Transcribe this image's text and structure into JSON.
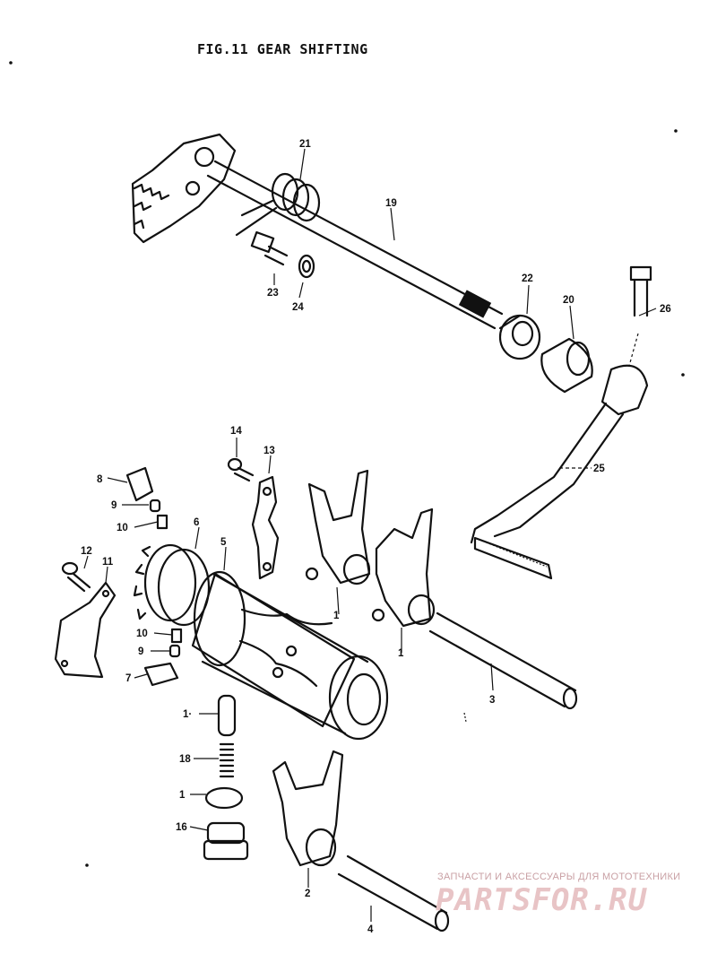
{
  "figure": {
    "title": "FIG.11  GEAR SHIFTING"
  },
  "callouts": {
    "c1a": "1",
    "c1b": "1",
    "c2": "2",
    "c3": "3",
    "c4": "4",
    "c5": "5",
    "c6": "6",
    "c7": "7",
    "c8": "8",
    "c9a": "9",
    "c9b": "9",
    "c10a": "10",
    "c10b": "10",
    "c11": "11",
    "c12": "12",
    "c13": "13",
    "c14": "14",
    "c15": "1·",
    "c16": "16",
    "c17": "1",
    "c18": "18",
    "c19": "19",
    "c20": "20",
    "c21": "21",
    "c22": "22",
    "c23": "23",
    "c24": "24",
    "c25": "25",
    "c26": "26"
  },
  "watermark": {
    "tagline": "ЗАПЧАСТИ И АКСЕССУАРЫ ДЛЯ МОТОТЕХНИКИ",
    "brand": "PARTSFOR.RU"
  }
}
